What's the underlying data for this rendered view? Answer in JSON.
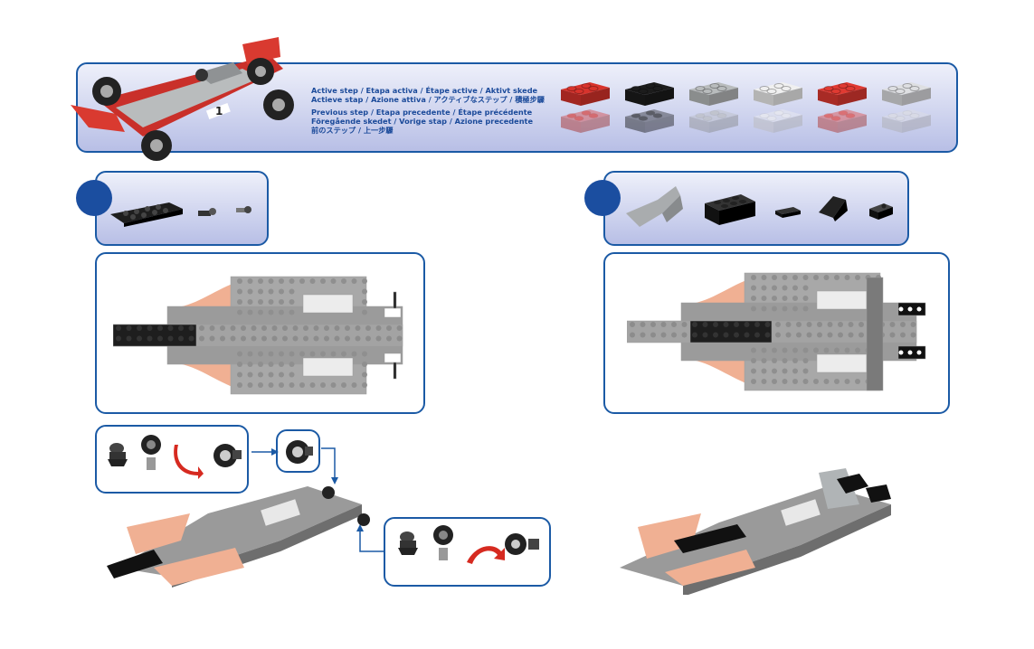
{
  "legend": {
    "active_step": [
      "Active step / Etapa activa / Étape active / Aktivt skede",
      "Actieve stap / Azione attiva / アクティブなステップ / 積極步驟"
    ],
    "previous_step": [
      "Previous step / Etapa precedente / Étape précédente",
      "Föregående skedet / Vorige stap / Azione precedente",
      "前のステップ / 上一步驟"
    ],
    "brick_colors": [
      "#d8332c",
      "#1c1c1c",
      "#b9bcbd",
      "#f0f0f0",
      "#e03a32",
      "#dedfe2"
    ],
    "car_number": "1"
  },
  "steps": [
    {
      "parts": [
        "black-plate-icon",
        "wheel-axle-small-icon",
        "pin-small-icon"
      ]
    },
    {
      "parts": [
        "gray-frame-icon",
        "black-brick-icon",
        "black-tile-icon",
        "black-slope-icon",
        "black-small-slope-icon"
      ]
    }
  ],
  "callouts": {
    "left_top": [
      "wheel-hub-icon",
      "tire-icon",
      "red-arrow-icon",
      "assembled-wheel-icon"
    ],
    "center": [
      "assembled-wheel-icon"
    ],
    "right": [
      "wheel-hub-icon",
      "tire-icon",
      "red-arrow-icon",
      "assembled-wheel-icon"
    ]
  }
}
